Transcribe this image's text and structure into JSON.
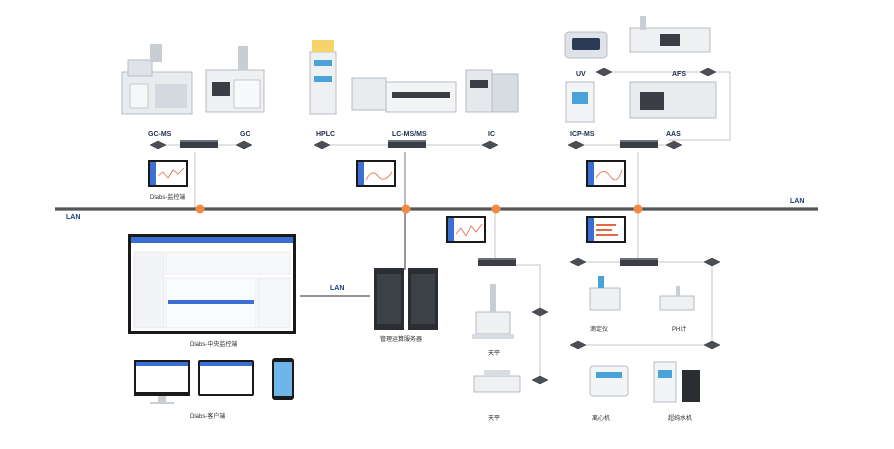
{
  "title_partial": "",
  "labels": {
    "gcms": "GC-MS",
    "gc": "GC",
    "hplc": "HPLC",
    "lcmsms": "LC-MS/MS",
    "ic": "IC",
    "icpms": "ICP-MS",
    "aas": "AAS",
    "uv": "UV",
    "afs": "AFS",
    "lan_left": "LAN",
    "lan_right": "LAN",
    "lan_mid": "LAN",
    "dlabs_monitor": "Dlabs-监控端",
    "dlabs_central": "Dlabs-中央监控端",
    "dlabs_client": "Dlabs-客户端",
    "server": "管理运算服务器",
    "balance1": "天平",
    "balance2": "天平",
    "titrator": "滴定仪",
    "ph_meter": "PH计",
    "centrifuge": "离心机",
    "water": "超纯水机"
  },
  "colors": {
    "lan_line": "#555555",
    "node": "#f08a45",
    "link": "#b8b8b8",
    "switch": "#3a3f47",
    "screen_frame": "#1a1a1a",
    "screen_accent": "#3b6fd1"
  }
}
